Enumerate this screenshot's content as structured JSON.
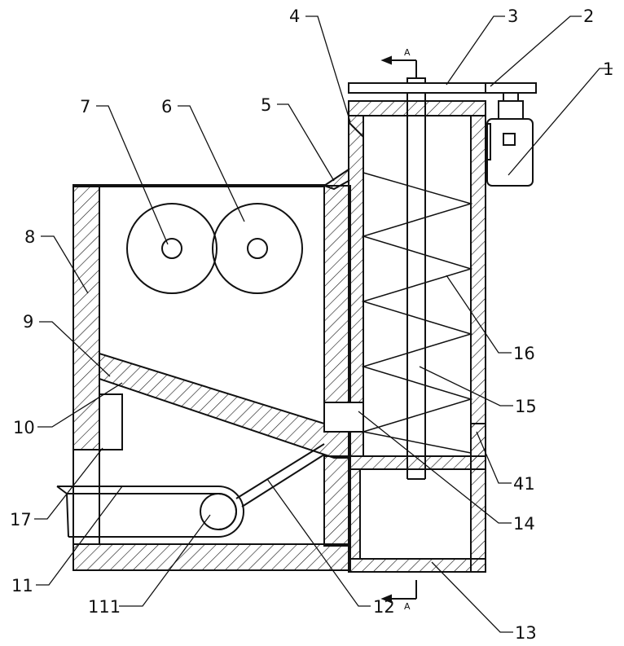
{
  "figure": {
    "section_marker": "A",
    "labels": {
      "l1": "1",
      "l2": "2",
      "l3": "3",
      "l4": "4",
      "l5": "5",
      "l6": "6",
      "l7": "7",
      "l8": "8",
      "l9": "9",
      "l10": "10",
      "l11": "11",
      "l111": "111",
      "l12": "12",
      "l13": "13",
      "l14": "14",
      "l15": "15",
      "l16": "16",
      "l17": "17",
      "l41": "41"
    },
    "colors": {
      "line": "#111111",
      "background": "#ffffff"
    }
  }
}
